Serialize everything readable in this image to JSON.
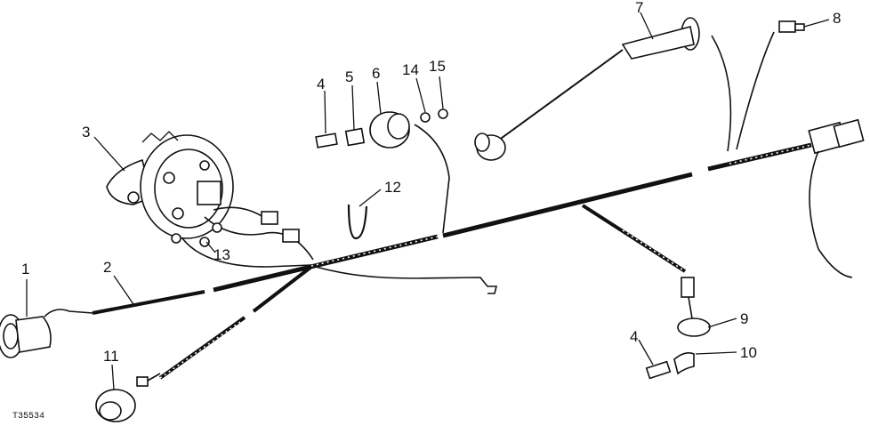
{
  "figure_id": "T35534",
  "callouts": [
    "1",
    "2",
    "3",
    "4",
    "5",
    "6",
    "14",
    "15",
    "7",
    "8",
    "12",
    "13",
    "9",
    "4",
    "10",
    "11"
  ],
  "colors": {
    "ink": "#111111",
    "paper": "#ffffff"
  }
}
